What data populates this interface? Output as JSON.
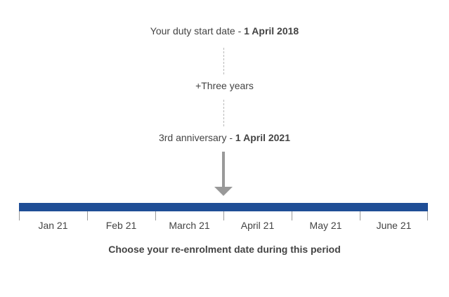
{
  "diagram": {
    "start": {
      "prefix": "Your duty start date - ",
      "date": "1 April 2018"
    },
    "interval": "+Three years",
    "anniversary": {
      "prefix": "3rd anniversary - ",
      "date": "1 April 2021"
    },
    "months": [
      "Jan 21",
      "Feb 21",
      "March 21",
      "April 21",
      "May 21",
      "June 21"
    ],
    "caption": "Choose your re-enrolment date during this period",
    "colors": {
      "timeline": "#1f4e96",
      "arrow": "#999999",
      "text": "#444444"
    }
  }
}
